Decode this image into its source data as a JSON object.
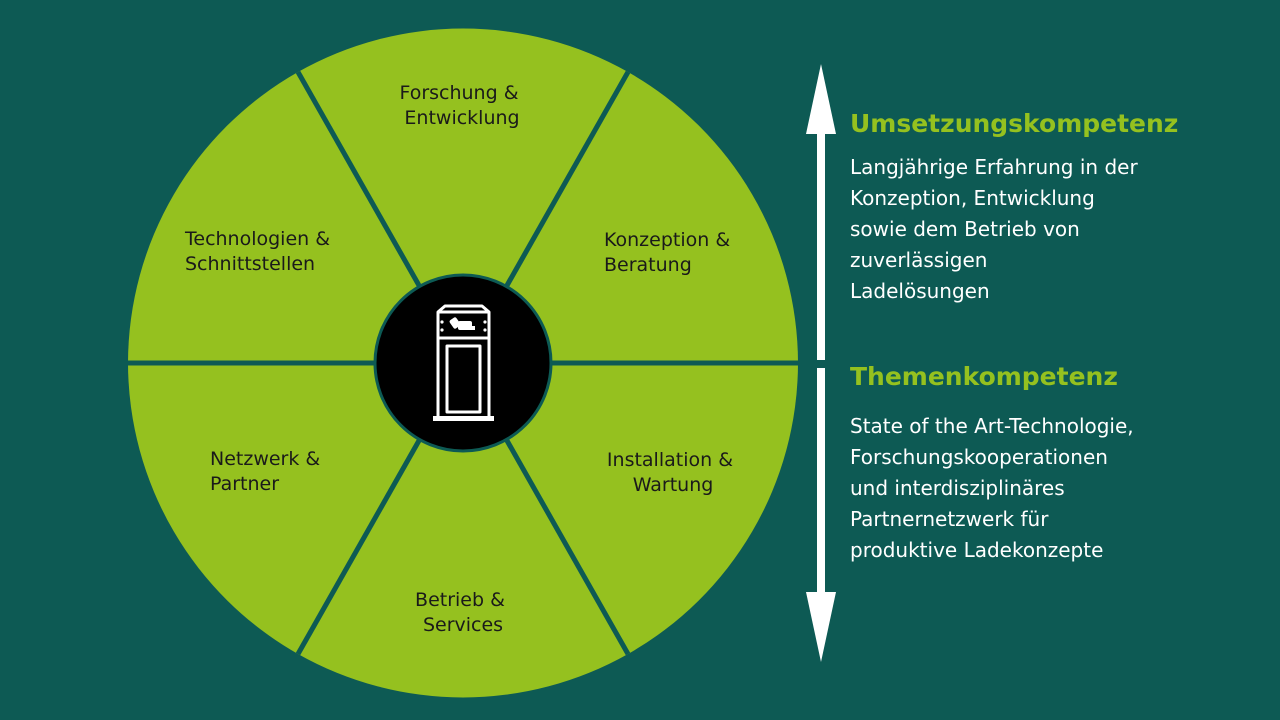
{
  "colors": {
    "background": "#0d5a54",
    "segment": "#95c11f",
    "divider": "#0d5a54",
    "hub": "#000000",
    "heading": "#95c11f",
    "text": "#ffffff"
  },
  "wheel": {
    "center_icon": "charging-station-icon",
    "segments": [
      {
        "lines": [
          "Forschung &",
          "Entwicklung"
        ]
      },
      {
        "lines": [
          "Konzeption &",
          "Beratung"
        ]
      },
      {
        "lines": [
          "Installation &",
          "Wartung"
        ]
      },
      {
        "lines": [
          "Betrieb &",
          "Services"
        ]
      },
      {
        "lines": [
          "Netzwerk &",
          "Partner"
        ]
      },
      {
        "lines": [
          "Technologien &",
          "Schnittstellen"
        ]
      }
    ]
  },
  "axis": {
    "icon": "double-arrow-vertical-icon"
  },
  "sections": [
    {
      "heading": "Umsetzungskompetenz",
      "lines": [
        "Langjährige Erfahrung in der",
        "Konzeption, Entwicklung",
        "sowie dem Betrieb von",
        "zuverlässigen",
        "Ladelösungen"
      ]
    },
    {
      "heading": "Themenkompetenz",
      "lines": [
        "State of the Art-Technologie,",
        "Forschungskooperationen",
        "und interdisziplinäres",
        "Partnernetzwerk für",
        "produktive Ladekonzepte"
      ]
    }
  ]
}
